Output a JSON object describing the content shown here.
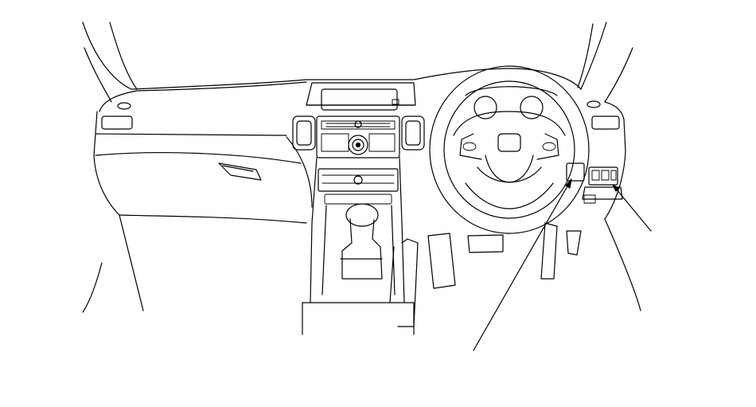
{
  "figure": {
    "subject": "car-interior-dashboard-line-drawing",
    "stroke_color": "#000000",
    "background_color": "#ffffff",
    "callouts": [
      {
        "name": "callout-right-switch-panel",
        "label": ""
      },
      {
        "name": "callout-steering-column-switch",
        "label": ""
      }
    ]
  }
}
